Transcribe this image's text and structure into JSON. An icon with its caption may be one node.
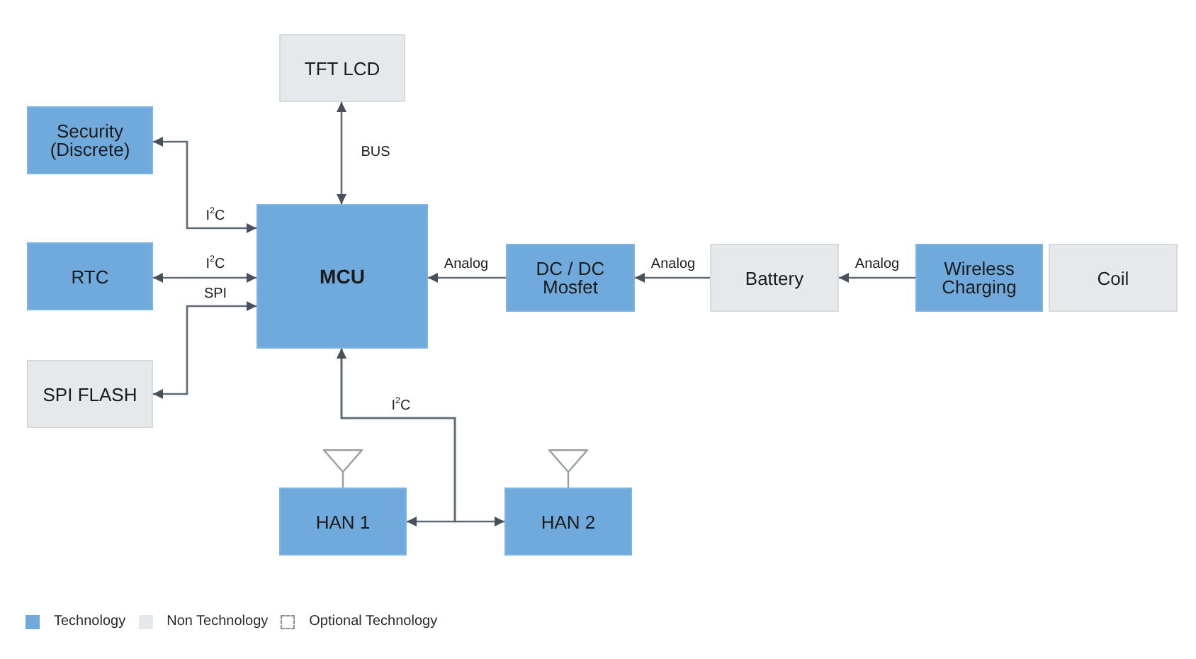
{
  "diagram": {
    "nodes": [
      {
        "text": [
          "TFT LCD"
        ]
      },
      {
        "text": [
          "Security (Discrete)"
        ]
      },
      {
        "text": [
          "RTC"
        ]
      },
      {
        "text": [
          "MCU"
        ]
      },
      {
        "text": [
          "DC / DC Mosfet"
        ]
      },
      {
        "text": [
          "Battery"
        ]
      },
      {
        "text": [
          "Wireless Charging"
        ]
      },
      {
        "text": [
          "Coil"
        ]
      },
      {
        "text": [
          "SPI FLASH"
        ]
      },
      {
        "text": [
          "HAN 1"
        ]
      },
      {
        "text": [
          "HAN 2"
        ]
      }
    ],
    "edges": [
      {
        "from": 3,
        "to": 0,
        "arrow": "both",
        "label": "BUS"
      },
      {
        "from": 3,
        "to": 1,
        "arrow": "both",
        "label": "I$^{2}$C"
      },
      {
        "from": 3,
        "to": 2,
        "arrow": "both",
        "label": "I$^{2}$C"
      },
      {
        "from": 3,
        "to": 8,
        "arrow": "both",
        "label": "SPI"
      },
      {
        "from": 4,
        "to": 3,
        "arrow": "to",
        "label": "Analog"
      },
      {
        "from": 5,
        "to": 4,
        "arrow": "to",
        "label": "Analog"
      },
      {
        "from": 6,
        "to": 5,
        "arrow": "to",
        "label": "Analog"
      },
      {
        "from": 3,
        "to": 9,
        "arrow": "both",
        "label": "I$^{2}$C"
      },
      {
        "from": 3,
        "to": 10,
        "arrow": "both"
      }
    ],
    "legend": [
      {
        "text": "Technology",
        "color": "#70a9dc"
      },
      {
        "text": "Non Technology",
        "color": "#e5e9eb"
      },
      {
        "text": "Optional Technology"
      }
    ]
  }
}
